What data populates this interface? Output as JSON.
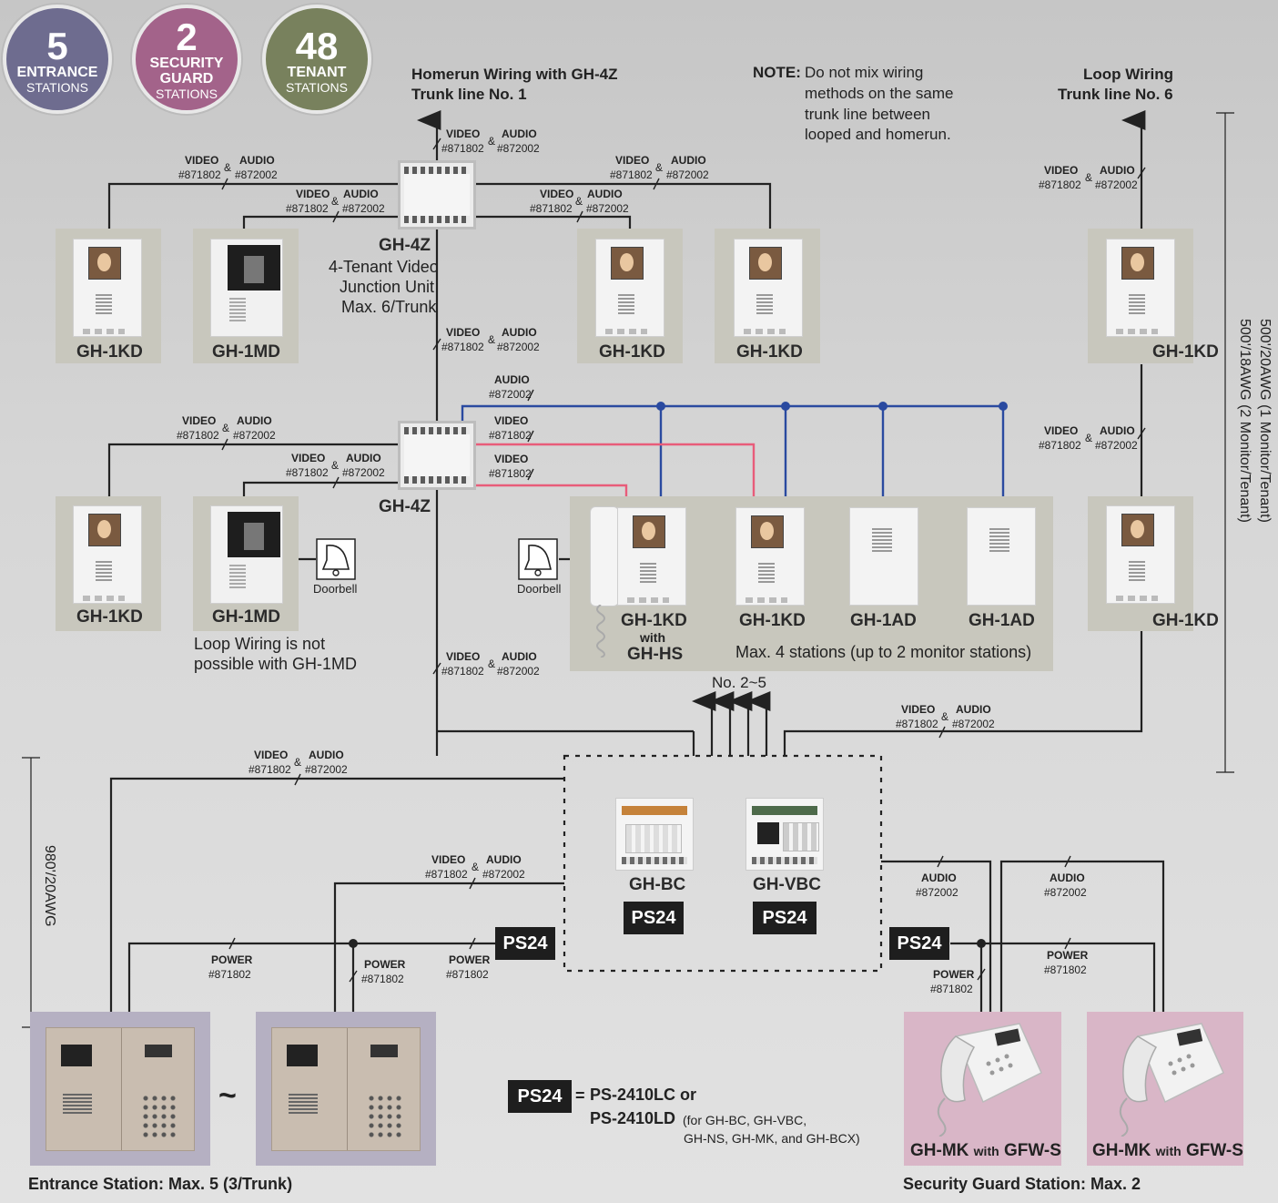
{
  "badges": {
    "entrance": {
      "number": "5",
      "line1": "ENTRANCE",
      "line2": "STATIONS",
      "color": "#6e6c8f"
    },
    "guard": {
      "number": "2",
      "line1": "SECURITY",
      "line1b": "GUARD",
      "line2": "STATIONS",
      "color": "#a3638a"
    },
    "tenant": {
      "number": "48",
      "line1": "TENANT",
      "line2": "STATIONS",
      "color": "#78815d"
    }
  },
  "headings": {
    "homerun_1": "Homerun Wiring with GH-4Z",
    "homerun_2": "Trunk line No. 1",
    "loop_1": "Loop Wiring",
    "loop_2": "Trunk line No. 6",
    "note_label": "NOTE:",
    "note_1": "Do not mix wiring",
    "note_2": "methods on the same",
    "note_3": "trunk line between",
    "note_4": "looped and homerun."
  },
  "wire": {
    "video": "VIDEO",
    "audio": "AUDIO",
    "amp": "&",
    "power": "POWER",
    "video_code": "#871802",
    "audio_code": "#872002",
    "power_code": "#871802"
  },
  "junction": {
    "model": "GH-4Z",
    "desc_1": "4-Tenant Video",
    "desc_2": "Junction Unit",
    "desc_3": "Max. 6/Trunk"
  },
  "models": {
    "kd": "GH-1KD",
    "md": "GH-1MD",
    "ad": "GH-1AD",
    "kd_hs_1": "GH-1KD",
    "kd_hs_2": "with",
    "kd_hs_3": "GH-HS",
    "bc": "GH-BC",
    "vbc": "GH-VBC",
    "mk": "GH-MK",
    "mk_with": "with",
    "mk_gfw": "GFW-S"
  },
  "labels": {
    "doorbell": "Doorbell",
    "loop_note_1": "Loop Wiring is not",
    "loop_note_2": "possible with GH-1MD",
    "max4": "Max. 4 stations (up to 2 monitor stations)",
    "no25": "No. 2~5",
    "ps24": "PS24",
    "tilde": "~",
    "entrance_max": "Entrance Station: Max. 5 (3/Trunk)",
    "guard_max": "Security Guard Station: Max. 2",
    "legend_eq": "=",
    "legend_1": "PS-2410LC or",
    "legend_2": "PS-2410LD",
    "legend_3": "(for GH-BC, GH-VBC,",
    "legend_4": "GH-NS, GH-MK, and GH-BCX)",
    "dist_right_1": "500'/20AWG (1 Monitor/Tenant)",
    "dist_right_2": "500'/18AWG (2 Monitor/Tenant)",
    "dist_left": "980'/20AWG"
  },
  "colors": {
    "wire": "#222222",
    "audio_bus": "#2a4aa0",
    "video_bus": "#e85c7a"
  }
}
